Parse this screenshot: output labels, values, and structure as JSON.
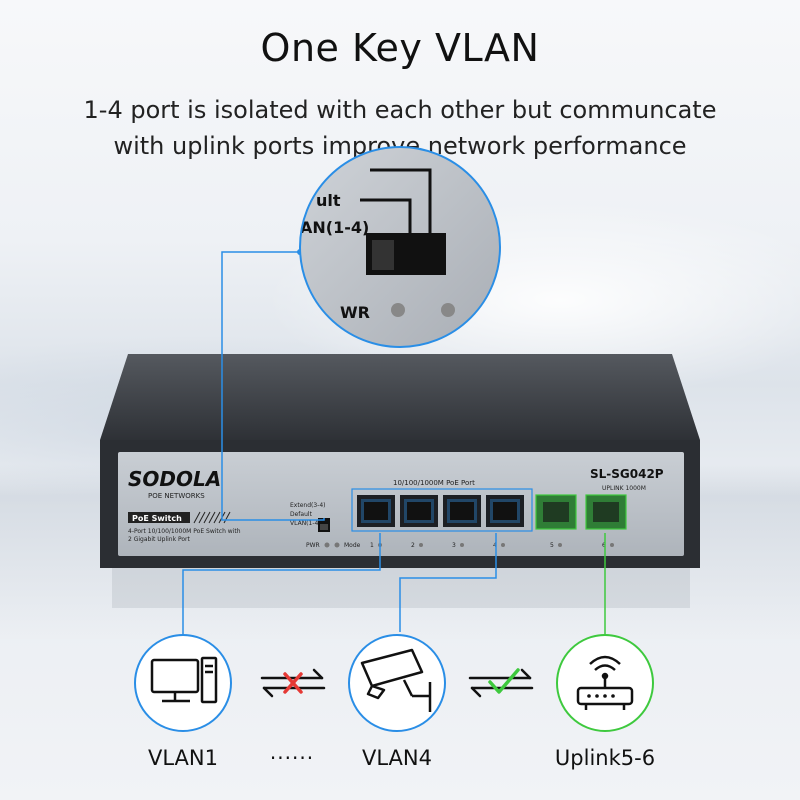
{
  "headline": "One Key VLAN",
  "subline": "1-4 port is isolated with each other but communcate with uplink ports improve network performance",
  "zoom": {
    "switch_labels": [
      "ult",
      "AN(1-4)",
      "WR"
    ]
  },
  "device": {
    "brand": "SODOLA",
    "brand_sub": "POE NETWORKS",
    "model": "SL-SG042P",
    "uplink_label": "UPLINK 1000M",
    "poe_badge": "PoE Switch",
    "desc_line1": "4-Port 10/100/1000M PoE Switch with",
    "desc_line2": "2 Gigabit Uplink Port",
    "switch_opts": [
      "Extend(3-4)",
      "Default",
      "VLAN(1-4)"
    ],
    "port_group_label": "10/100/1000M PoE Port",
    "pwr_label": "PWR",
    "mode_label": "Mode",
    "port_numbers": [
      "1",
      "2",
      "3",
      "4",
      "5",
      "6"
    ]
  },
  "nodes": {
    "vlan1": "VLAN1",
    "dots": "......",
    "vlan4": "VLAN4",
    "uplink": "Uplink5-6"
  },
  "colors": {
    "blue": "#2a8ee6",
    "green": "#3ec93e",
    "red": "#e53935",
    "chassis": "#3a3d42"
  }
}
